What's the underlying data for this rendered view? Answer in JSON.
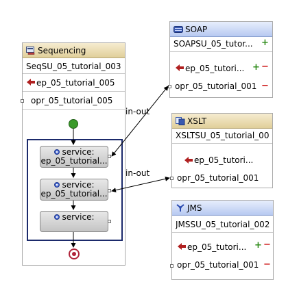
{
  "sequencing": {
    "header": "Sequencing",
    "name": "SeqSU_05_tutorial_003",
    "endpoint": "ep_05_tutorial_005",
    "operation": "opr_05_tutorial_005",
    "services": [
      {
        "line1": "service:",
        "line2": "ep_05_tutorial..."
      },
      {
        "line1": "service:",
        "line2": "ep_05_tutorial..."
      },
      {
        "line1": "service:",
        "line2": ""
      }
    ]
  },
  "soap": {
    "header": "SOAP",
    "name": "SOAPSU_05_tutor...",
    "endpoint": "ep_05_tutori...",
    "operation": "opr_05_tutorial_001"
  },
  "xslt": {
    "header": "XSLT",
    "name": "XSLTSU_05_tutorial_00",
    "endpoint": "ep_05_tutori...",
    "operation": "opr_05_tutorial_001"
  },
  "jms": {
    "header": "JMS",
    "name": "JMSSU_05_tutorial_002",
    "endpoint": "ep_05_tutori...",
    "operation": "opr_05_tutorial_001"
  },
  "connections": [
    {
      "label": "in-out"
    },
    {
      "label": "in-out"
    }
  ],
  "icons": {
    "plus": "+",
    "minus": "−"
  },
  "colors": {
    "start_node": "#3a9a2a",
    "end_node": "#b0243a",
    "scope_border": "#1b2a6b"
  }
}
